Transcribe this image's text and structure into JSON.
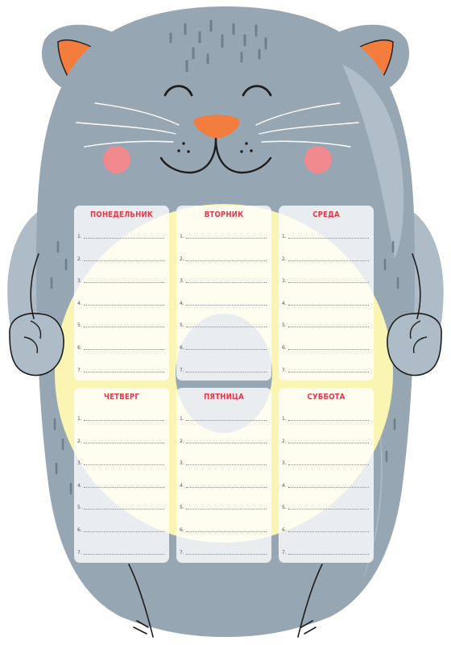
{
  "colors": {
    "body": "#97a6b3",
    "body_light": "#b8c6d1",
    "ear_inner": "#f47c3c",
    "nose": "#f47c3c",
    "cheek": "#f08a8f",
    "donut": "#fbf5b3",
    "title": "#e8354a"
  },
  "schedule": {
    "days": [
      {
        "title": "ПОНЕДЕЛЬНИК",
        "lines": [
          "1.",
          "2.",
          "3.",
          "4.",
          "5.",
          "6.",
          "7."
        ]
      },
      {
        "title": "ВТОРНИК",
        "lines": [
          "1.",
          "2.",
          "3.",
          "4.",
          "5.",
          "6.",
          "7."
        ]
      },
      {
        "title": "СРЕДА",
        "lines": [
          "1.",
          "2.",
          "3.",
          "4.",
          "5.",
          "6.",
          "7."
        ]
      },
      {
        "title": "ЧЕТВЕРГ",
        "lines": [
          "1.",
          "2.",
          "3.",
          "4.",
          "5.",
          "6.",
          "7."
        ]
      },
      {
        "title": "ПЯТНИЦА",
        "lines": [
          "1.",
          "2.",
          "3.",
          "4.",
          "5.",
          "6.",
          "7."
        ]
      },
      {
        "title": "СУББОТА",
        "lines": [
          "1.",
          "2.",
          "3.",
          "4.",
          "5.",
          "6.",
          "7."
        ]
      }
    ]
  }
}
